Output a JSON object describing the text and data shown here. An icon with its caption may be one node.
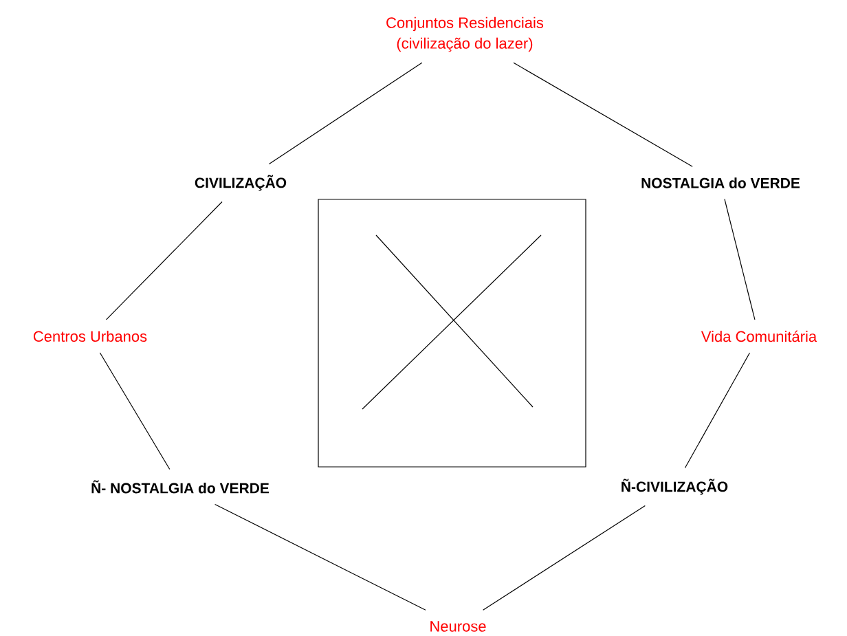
{
  "diagram": {
    "nodes": [
      {
        "text": [
          "Conjuntos Residenciais",
          "(civilização do lazer)"
        ]
      },
      {
        "text": [
          "CIVILIZAÇÃO"
        ]
      },
      {
        "text": [
          "NOSTALGIA do VERDE"
        ]
      },
      {
        "text": [
          "Centros Urbanos"
        ]
      },
      {
        "text": [
          "Vida Comunitária"
        ]
      },
      {
        "text": [
          "Ñ- NOSTALGIA do VERDE"
        ]
      },
      {
        "text": [
          "Ñ-CIVILIZAÇÃO"
        ]
      },
      {
        "text": [
          "Neurose"
        ]
      }
    ],
    "edges": [
      {
        "from": 0,
        "to": 1,
        "arrow": "none"
      },
      {
        "from": 0,
        "to": 2,
        "arrow": "none"
      },
      {
        "from": 1,
        "to": 3,
        "arrow": "none"
      },
      {
        "from": 3,
        "to": 5,
        "arrow": "none"
      },
      {
        "from": 2,
        "to": 4,
        "arrow": "none"
      },
      {
        "from": 4,
        "to": 6,
        "arrow": "none"
      },
      {
        "from": 5,
        "to": 7,
        "arrow": "none"
      },
      {
        "from": 6,
        "to": 7,
        "arrow": "none"
      }
    ]
  }
}
